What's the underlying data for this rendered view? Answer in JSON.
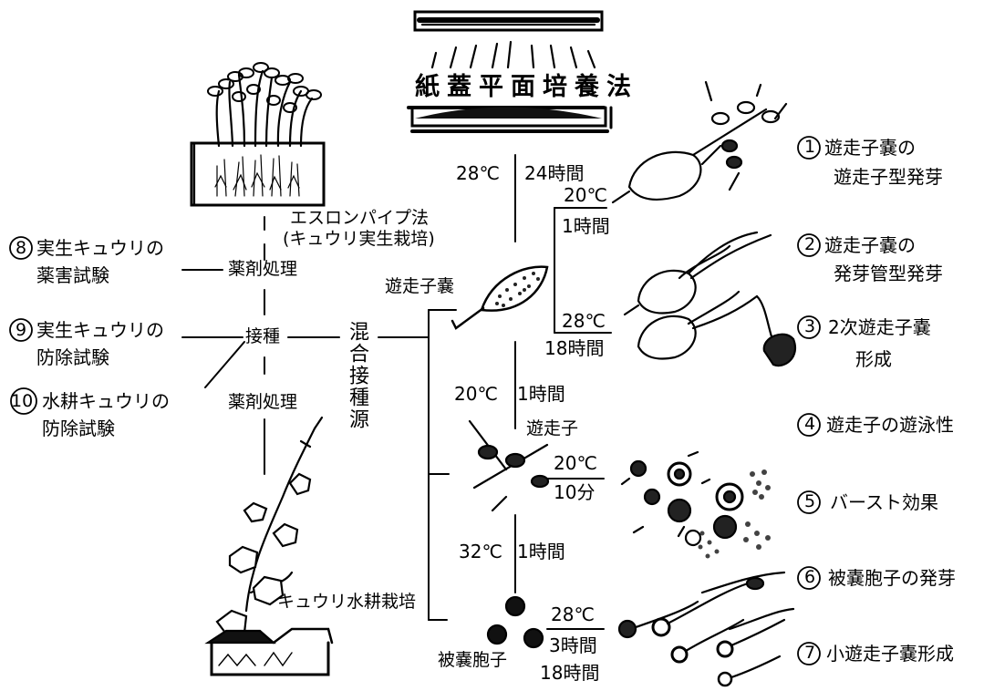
{
  "title": "紙蓋平面培養法",
  "methods": {
    "pipe": "エスロンパイプ法",
    "pipe_sub": "(キュウリ実生栽培)",
    "hydro": "キュウリ水耕栽培"
  },
  "process": {
    "chem1": "薬剤処理",
    "inoc": "接種",
    "chem2": "薬剤処理",
    "mixed": "混合接種源"
  },
  "tests": [
    {
      "num": "8",
      "line1": "実生キュウリの",
      "line2": "薬害試験"
    },
    {
      "num": "9",
      "line1": "実生キュウリの",
      "line2": "防除試験"
    },
    {
      "num": "10",
      "line1": "水耕キュウリの",
      "line2": "防除試験"
    }
  ],
  "conditions": {
    "c1_temp": "28℃",
    "c1_time": "24時間",
    "c2_temp": "20℃",
    "c2_time": "1時間",
    "c3_temp": "28℃",
    "c3_time": "18時間",
    "c4_temp": "20℃",
    "c4_time": "1時間",
    "c5_temp": "20℃",
    "c5_time": "10分",
    "c6_temp": "32℃",
    "c6_time": "1時間",
    "c7_temp": "28℃",
    "c7_time1": "3時間",
    "c7_time2": "18時間"
  },
  "labels": {
    "sporangium": "遊走子嚢",
    "zoospore": "遊走子",
    "cyst": "被嚢胞子"
  },
  "results": [
    {
      "num": "1",
      "line1": "遊走子嚢の",
      "line2": "遊走子型発芽"
    },
    {
      "num": "2",
      "line1": "遊走子嚢の",
      "line2": "発芽管型発芽"
    },
    {
      "num": "3",
      "line1": "2次遊走子嚢",
      "line2": "形成"
    },
    {
      "num": "4",
      "line1": "遊走子の遊泳性",
      "line2": ""
    },
    {
      "num": "5",
      "line1": "バースト効果",
      "line2": ""
    },
    {
      "num": "6",
      "line1": "被嚢胞子の発芽",
      "line2": ""
    },
    {
      "num": "7",
      "line1": "小遊走子嚢形成",
      "line2": ""
    }
  ]
}
